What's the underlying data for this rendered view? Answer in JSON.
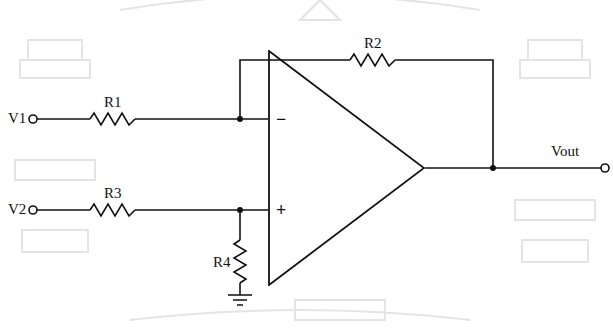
{
  "diagram": {
    "nodes": [
      {
        "text": [
          "−",
          "+"
        ]
      }
    ],
    "labels": [
      "V1",
      "R1",
      "R2",
      "V2",
      "R3",
      "R4",
      "Vout"
    ]
  }
}
